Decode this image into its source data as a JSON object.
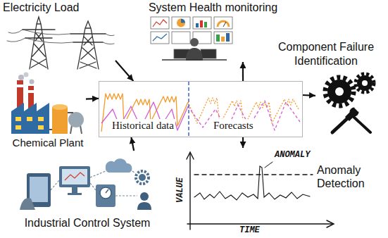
{
  "diagram": {
    "nodes": [
      {
        "text": [
          "Electricity Load"
        ]
      },
      {
        "text": [
          "System Health monitoring"
        ]
      },
      {
        "text": [
          "Component Failure Identification"
        ]
      },
      {
        "text": [
          "Chemical Plant"
        ]
      },
      {
        "text": [
          "Historical data",
          "Forecasts"
        ]
      },
      {
        "text": [
          "Industrial Control System"
        ]
      },
      {
        "text": [
          "ANOMALY",
          "VALUE",
          "TIME",
          "Anomaly Detection"
        ]
      }
    ],
    "edges": [
      {
        "from": 0,
        "to": 4,
        "arrow": "to"
      },
      {
        "from": 3,
        "to": 4,
        "arrow": "to"
      },
      {
        "from": 5,
        "to": 4,
        "arrow": "to"
      },
      {
        "from": 4,
        "to": 1,
        "arrow": "to"
      },
      {
        "from": 4,
        "to": 2,
        "arrow": "to"
      },
      {
        "from": 4,
        "to": 6,
        "arrow": "to"
      }
    ]
  }
}
